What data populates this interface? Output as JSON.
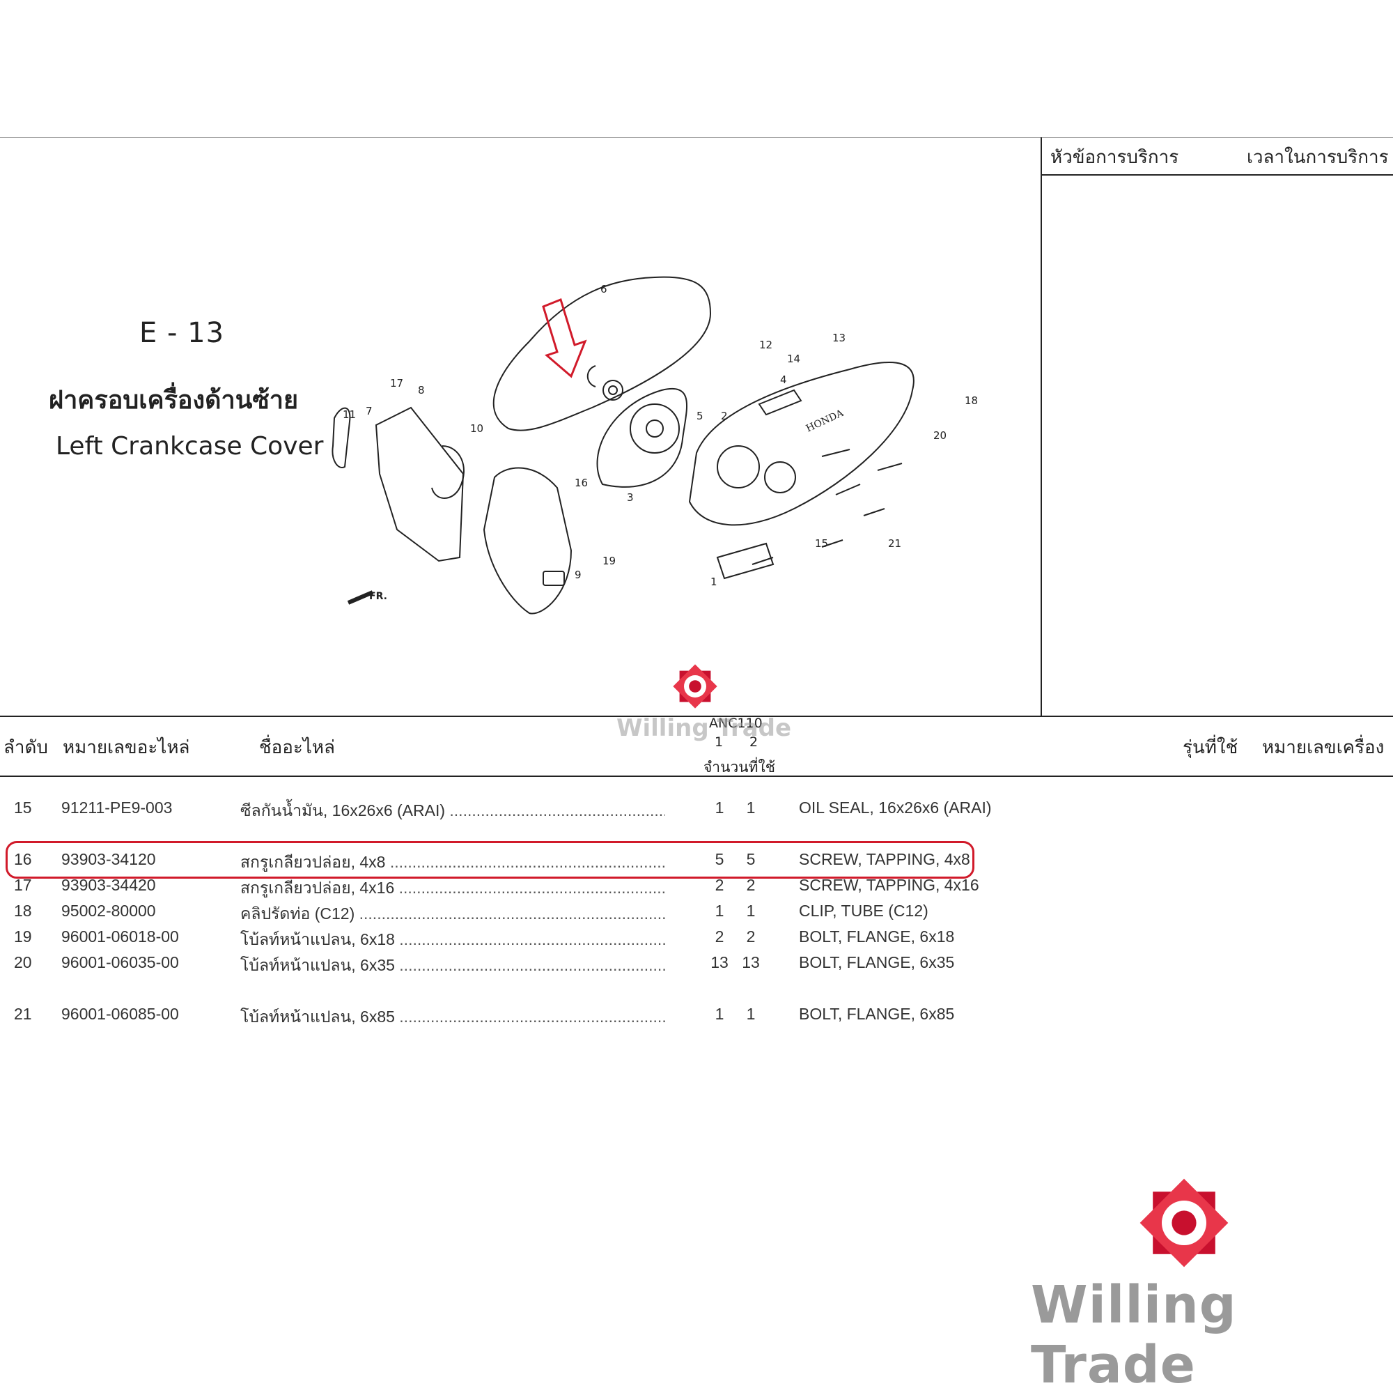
{
  "header": {
    "code": "E - 13",
    "title_th": "ฝาครอบเครื่องด้านซ้าย",
    "title_en": "Left Crankcase Cover",
    "service_topic": "หัวข้อการบริการ",
    "service_time": "เวลาในการบริการ"
  },
  "diagram": {
    "front_label": "FR.",
    "brand_text": "HONDA",
    "callouts": [
      "1",
      "2",
      "3",
      "4",
      "5",
      "6",
      "7",
      "8",
      "9",
      "10",
      "11",
      "12",
      "13",
      "14",
      "15",
      "16",
      "17",
      "18",
      "19",
      "20",
      "21"
    ]
  },
  "table": {
    "headers": {
      "seq": "ลำดับ",
      "part_no": "หมายเลขอะไหล่",
      "part_name": "ชื่ออะไหล่",
      "model": "ANC110",
      "qty_col1": "1",
      "qty_col2": "2",
      "qty_label": "จำนวนที่ใช้",
      "models_used": "รุ่นที่ใช้",
      "engine_no": "หมายเลขเครื่อง"
    },
    "rows": [
      {
        "no": "15",
        "part": "91211-PE9-003",
        "name_th": "ซีลกันน้ำมัน, 16x26x6 (ARAI)",
        "q1": "1",
        "q2": "1",
        "name_en": "OIL SEAL, 16x26x6 (ARAI)"
      },
      {
        "no": "16",
        "part": "93903-34120",
        "name_th": "สกรูเกลียวปล่อย, 4x8",
        "q1": "5",
        "q2": "5",
        "name_en": "SCREW, TAPPING, 4x8"
      },
      {
        "no": "17",
        "part": "93903-34420",
        "name_th": "สกรูเกลียวปล่อย, 4x16",
        "q1": "2",
        "q2": "2",
        "name_en": "SCREW, TAPPING, 4x16"
      },
      {
        "no": "18",
        "part": "95002-80000",
        "name_th": "คลิปรัดท่อ (C12)",
        "q1": "1",
        "q2": "1",
        "name_en": "CLIP, TUBE (C12)"
      },
      {
        "no": "19",
        "part": "96001-06018-00",
        "name_th": "โบ้ลท์หน้าแปลน, 6x18",
        "q1": "2",
        "q2": "2",
        "name_en": "BOLT, FLANGE, 6x18"
      },
      {
        "no": "20",
        "part": "96001-06035-00",
        "name_th": "โบ้ลท์หน้าแปลน, 6x35",
        "q1": "13",
        "q2": "13",
        "name_en": "BOLT, FLANGE, 6x35"
      },
      {
        "no": "21",
        "part": "96001-06085-00",
        "name_th": "โบ้ลท์หน้าแปลน, 6x85",
        "q1": "1",
        "q2": "1",
        "name_en": "BOLT, FLANGE, 6x85"
      }
    ],
    "highlighted_part": "93903-34120"
  },
  "watermark": {
    "brand": "Willing Trade"
  },
  "colors": {
    "highlight": "#d11a2a",
    "logo_red": "#c8102e",
    "watermark_gray": "#9a9a9a"
  }
}
